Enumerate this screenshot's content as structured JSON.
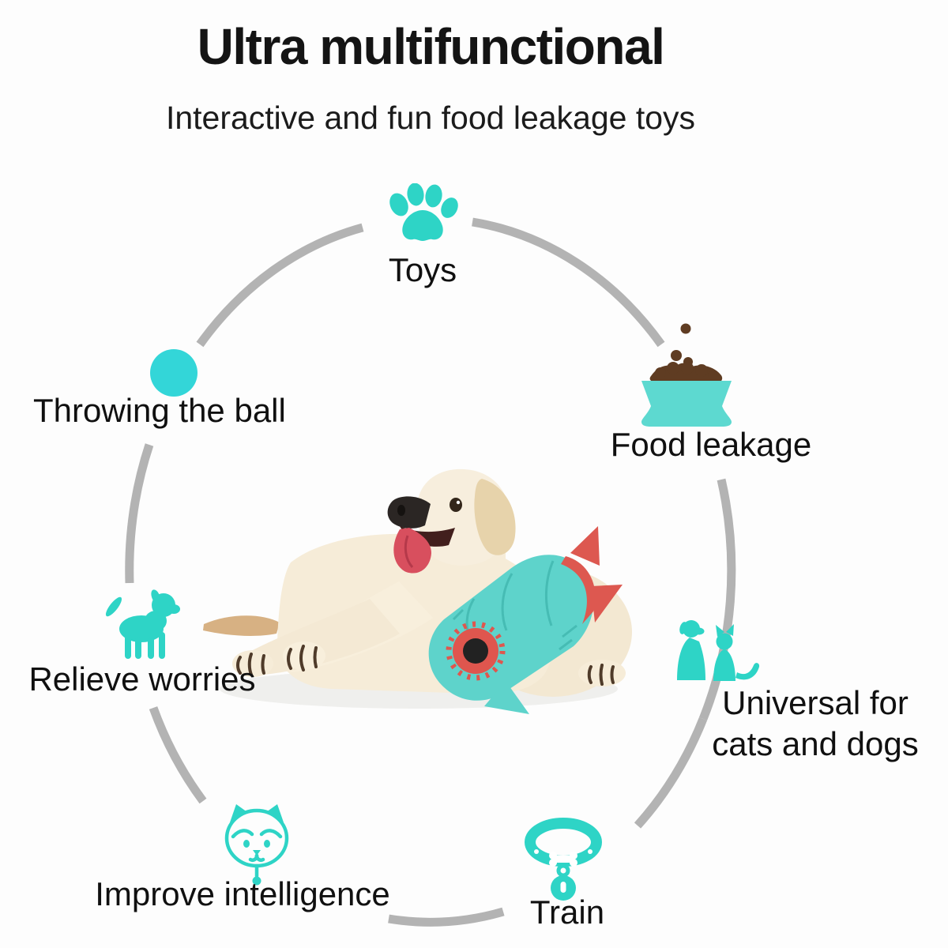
{
  "header": {
    "title": "Ultra multifunctional",
    "subtitle": "Interactive and fun food leakage toys"
  },
  "features": [
    {
      "label": "Toys",
      "icon": "paw-icon"
    },
    {
      "label": "Food leakage",
      "icon": "food-bowl-icon"
    },
    {
      "label": "Universal for cats and dogs",
      "icon": "cat-and-dog-icon"
    },
    {
      "label": "Train",
      "icon": "collar-icon"
    },
    {
      "label": "Improve intelligence",
      "icon": "shiba-face-icon"
    },
    {
      "label": "Relieve worries",
      "icon": "puppy-icon"
    },
    {
      "label": "Throwing the ball",
      "icon": "ball-icon"
    }
  ],
  "colors": {
    "accent_teal": "#2ed4c6",
    "ball_cyan": "#33d6d8",
    "bowl_teal": "#5dd9d0",
    "kibble_brown": "#5f3c22",
    "ring_gray": "#b3b3b3",
    "toy_teal": "#5ed3cb",
    "toy_red": "#dd5850",
    "text_dark": "#141414"
  },
  "center_photo": {
    "alt": "Cream labrador puppy lying down with tongue out beside a teal rocket-shaped food leakage toy"
  }
}
